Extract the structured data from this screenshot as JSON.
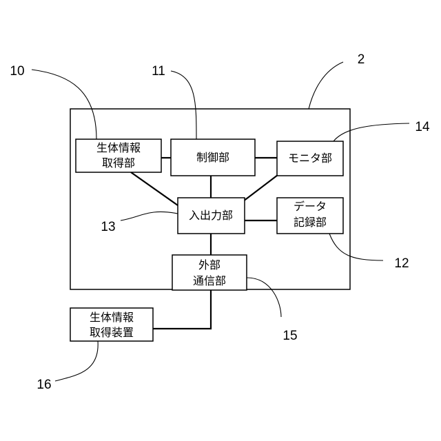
{
  "diagram": {
    "blocks": {
      "bio_acquisition_unit": [
        "生体情報",
        "取得部"
      ],
      "control_unit": [
        "制御部"
      ],
      "monitor_unit": [
        "モニタ部"
      ],
      "io_unit": [
        "入出力部"
      ],
      "data_recording_unit": [
        "データ",
        "記録部"
      ],
      "external_comm_unit": [
        "外部",
        "通信部"
      ],
      "bio_acquisition_device": [
        "生体情報",
        "取得装置"
      ]
    },
    "reference_numerals": {
      "system": "2",
      "bio_acquisition_unit": "10",
      "control_unit": "11",
      "data_recording_unit": "12",
      "io_unit": "13",
      "monitor_unit": "14",
      "external_comm_unit": "15",
      "bio_acquisition_device": "16"
    }
  }
}
